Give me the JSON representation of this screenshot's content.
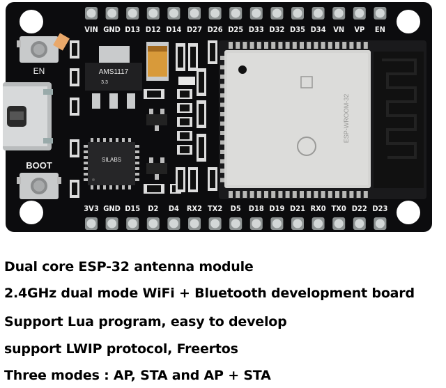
{
  "colors": {
    "pcb": "#0c0c0e",
    "pin_gold": "#c8cdcd",
    "module_shield": "#d5d5d3",
    "silkscreen": "#f4f4f4"
  },
  "board": {
    "top_pins": [
      "VIN",
      "GND",
      "D13",
      "D12",
      "D14",
      "D27",
      "D26",
      "D25",
      "D33",
      "D32",
      "D35",
      "D34",
      "VN",
      "VP",
      "EN"
    ],
    "bottom_pins": [
      "3V3",
      "GND",
      "D15",
      "D2",
      "D4",
      "RX2",
      "TX2",
      "D5",
      "D18",
      "D19",
      "D21",
      "RX0",
      "TX0",
      "D22",
      "D23"
    ],
    "button_en": "EN",
    "button_boot": "BOOT",
    "regulator_text": "AMS1117",
    "regulator_sub": "3.3",
    "usb_chip_text": "SILABS",
    "module_logo": "ESP-WROOM-32"
  },
  "features": [
    "Dual core ESP-32 antenna module",
    "2.4GHz dual mode WiFi + Bluetooth development board",
    "Support Lua program, easy to develop",
    "support LWIP protocol, Freertos",
    "Three modes : AP, STA and AP + STA"
  ]
}
